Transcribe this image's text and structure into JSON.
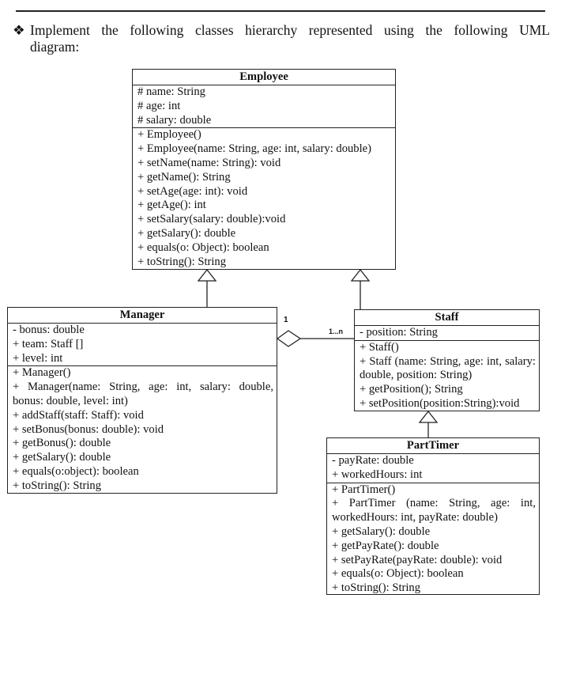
{
  "instruction": {
    "bullet": "❖",
    "words_line1": [
      "Implement",
      "the",
      "following",
      "classes",
      "hierarchy",
      "represented",
      "using",
      "the",
      "following",
      "UML"
    ],
    "line2": "diagram:"
  },
  "classes": {
    "employee": {
      "name": "Employee",
      "attributes": [
        "# name: String",
        "# age: int",
        "# salary: double"
      ],
      "methods": [
        "+ Employee()",
        "+ Employee(name: String, age: int, salary: double)",
        "+ setName(name: String): void",
        "+ getName(): String",
        "+ setAge(age: int): void",
        "+ getAge(): int",
        "+ setSalary(salary: double):void",
        "+ getSalary(): double",
        "+ equals(o: Object): boolean",
        "+ toString(): String"
      ]
    },
    "manager": {
      "name": "Manager",
      "attributes": [
        "- bonus: double",
        "+ team: Staff []",
        "+ level: int"
      ],
      "methods": [
        "+ Manager()",
        "+ Manager(name: String, age: int, salary: double, bonus: double, level: int)",
        "+ addStaff(staff: Staff): void",
        "+ setBonus(bonus: double): void",
        "+ getBonus(): double",
        "+ getSalary(): double",
        "+ equals(o:object): boolean",
        "+ toString(): String"
      ]
    },
    "staff": {
      "name": "Staff",
      "attributes": [
        "- position: String"
      ],
      "methods": [
        "+ Staff()",
        "+ Staff (name: String, age: int, salary: double, position: String)",
        "+ getPosition(); String",
        "+ setPosition(position:String):void"
      ]
    },
    "parttimer": {
      "name": "PartTimer",
      "attributes": [
        "- payRate: double",
        "+ workedHours: int"
      ],
      "methods": [
        "+ PartTimer()",
        "+ PartTimer (name: String, age: int, workedHours: int, payRate: double)",
        "+ getSalary(): double",
        "+ getPayRate(): double",
        "+ setPayRate(payRate: double): void",
        "+ equals(o: Object): boolean",
        "+ toString(): String"
      ]
    }
  },
  "multiplicities": {
    "manager_end": "1",
    "staff_end": "1...n"
  }
}
